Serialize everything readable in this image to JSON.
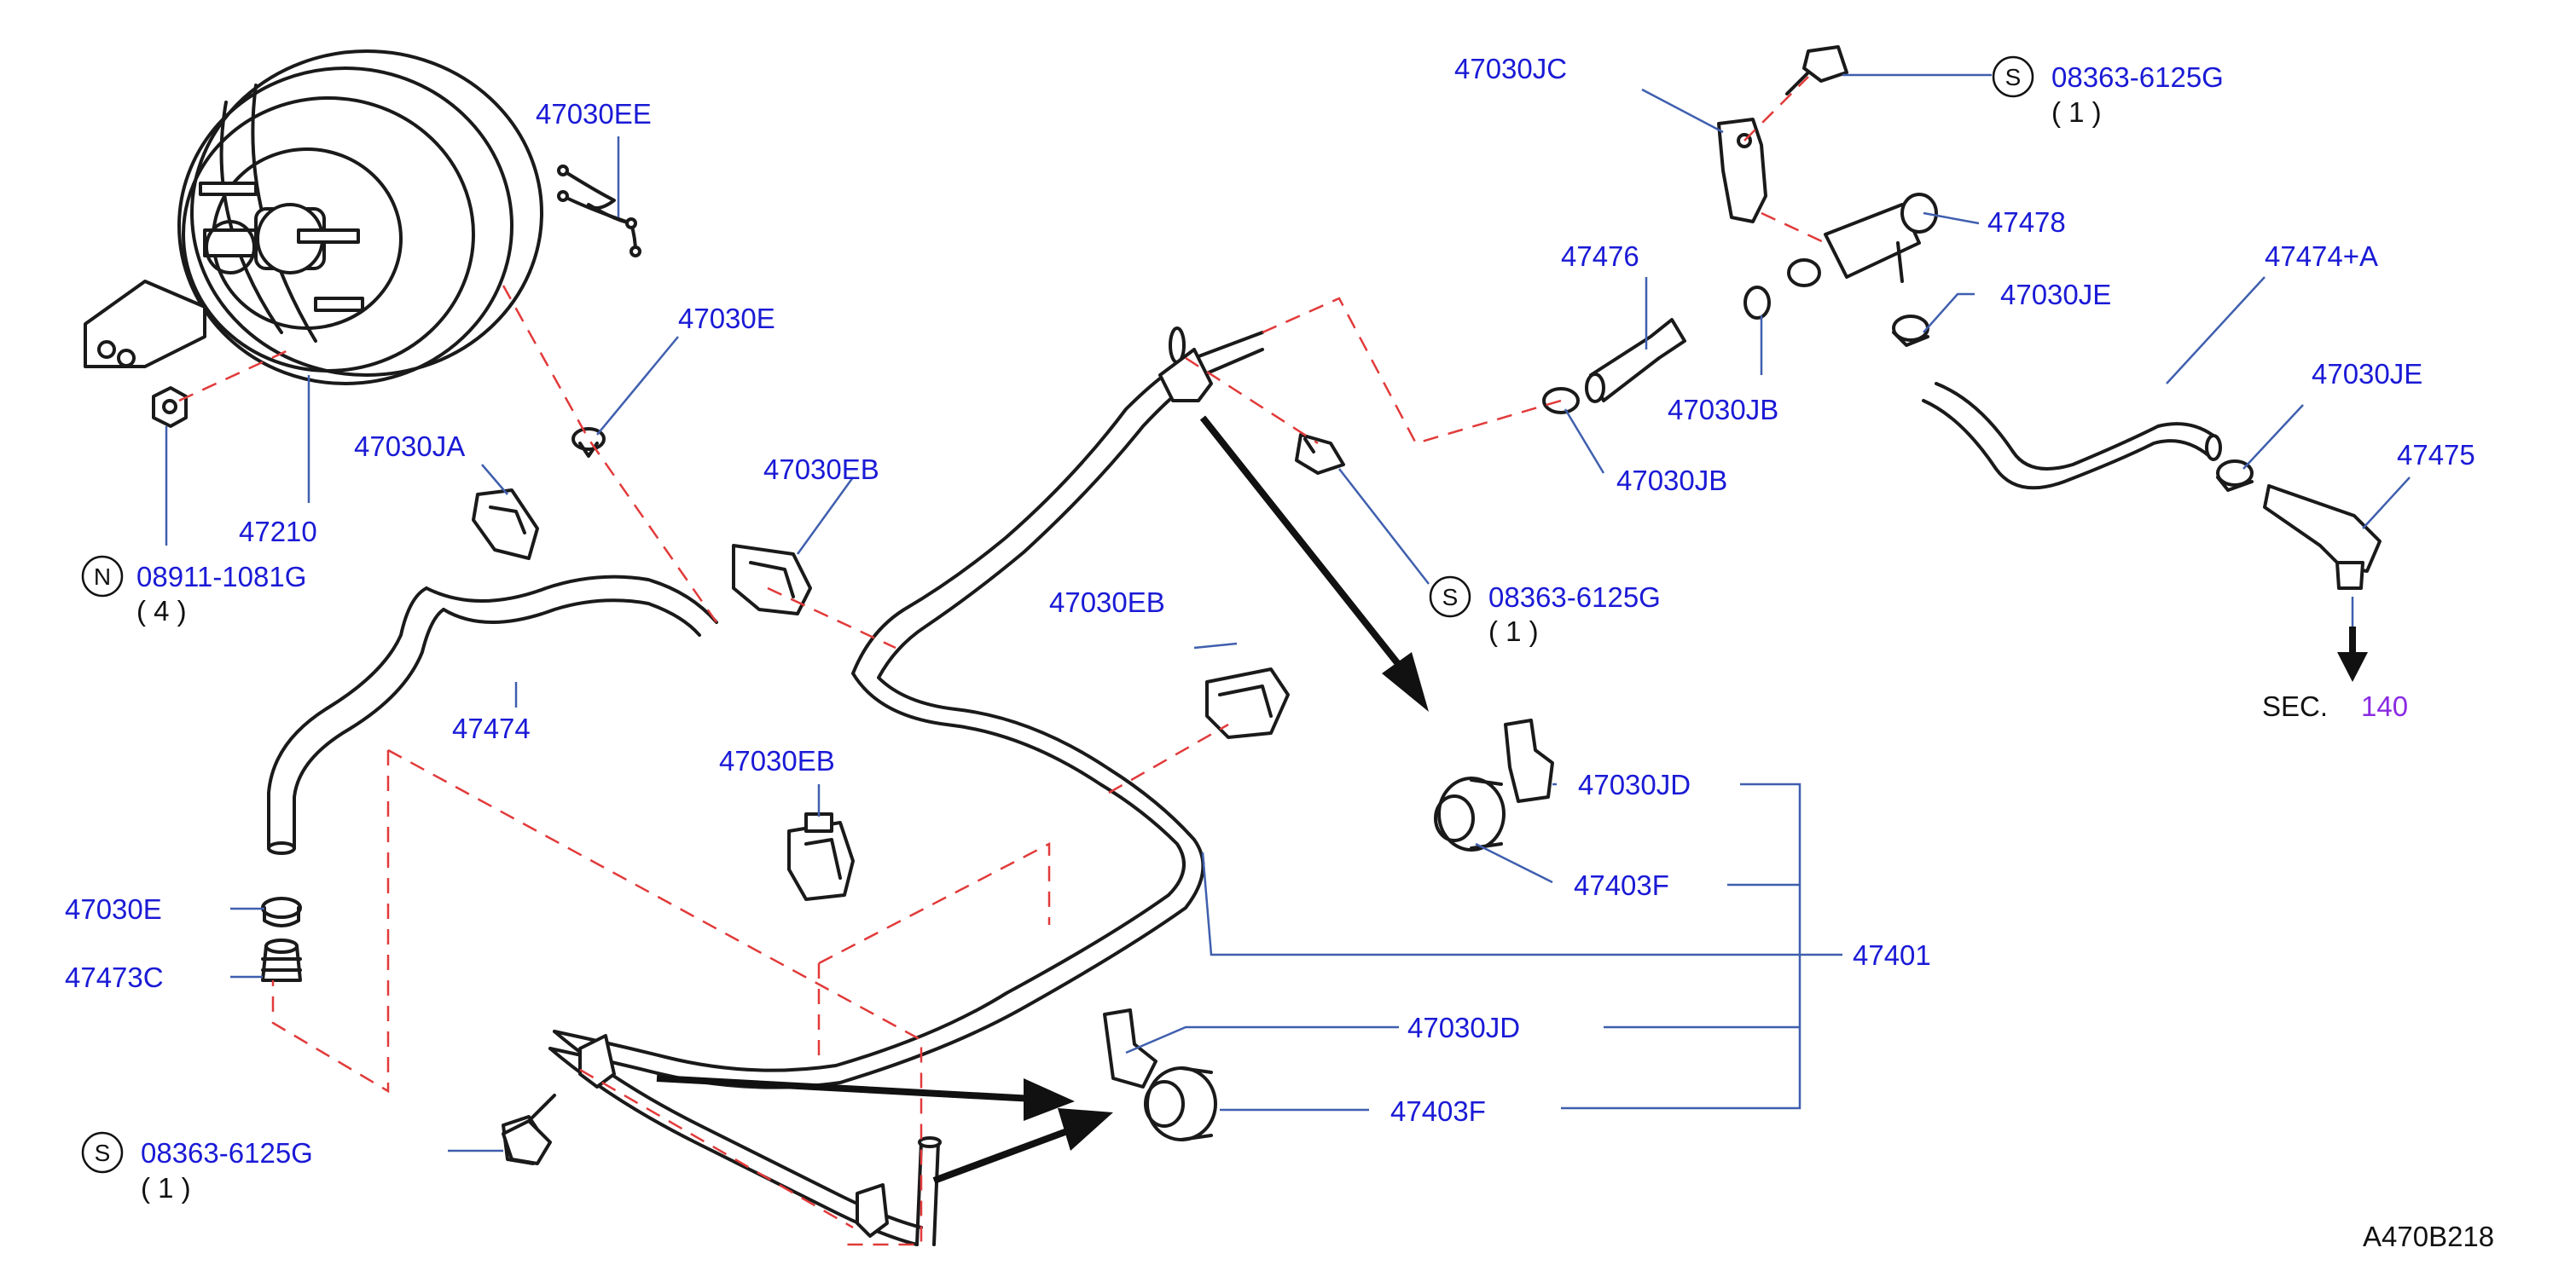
{
  "labels": {
    "p47030EE": "47030EE",
    "p47030E_top": "47030E",
    "p47030JA": "47030JA",
    "p47030EB_1": "47030EB",
    "p47210": "47210",
    "pN08911": "08911-1081G",
    "qty4": "( 4 )",
    "p47474": "47474",
    "p47030EB_2": "47030EB",
    "p47030EB_3": "47030EB",
    "p47030E_left": "47030E",
    "p47473C": "47473C",
    "pS08363_bl": "08363-6125G",
    "qty1_bl": "( 1 )",
    "p47030JC": "47030JC",
    "pS08363_tr": "08363-6125G",
    "qty1_tr": "( 1 )",
    "p47478": "47478",
    "p47476": "47476",
    "p47030JE_1": "47030JE",
    "p47474A": "47474+A",
    "p47030JB_1": "47030JB",
    "p47030JB_2": "47030JB",
    "p47030JE_2": "47030JE",
    "p47475": "47475",
    "pS08363_mid": "08363-6125G",
    "qty1_mid": "( 1 )",
    "sec_label": "SEC.",
    "sec_num": "140",
    "p47030JD_1": "47030JD",
    "p47403F_1": "47403F",
    "p47401": "47401",
    "p47030JD_2": "47030JD",
    "p47403F_2": "47403F",
    "diagram_code": "A470B218"
  },
  "callout_symbols": {
    "n": "N",
    "s1": "S",
    "s2": "S",
    "s3": "S"
  },
  "colors": {
    "label_blue": "#1a1ad6",
    "leader_blue": "#3f5fae",
    "dashed_red": "#e23a3a",
    "line_black": "#1a1a1a",
    "section_purple": "#8a2be2"
  }
}
